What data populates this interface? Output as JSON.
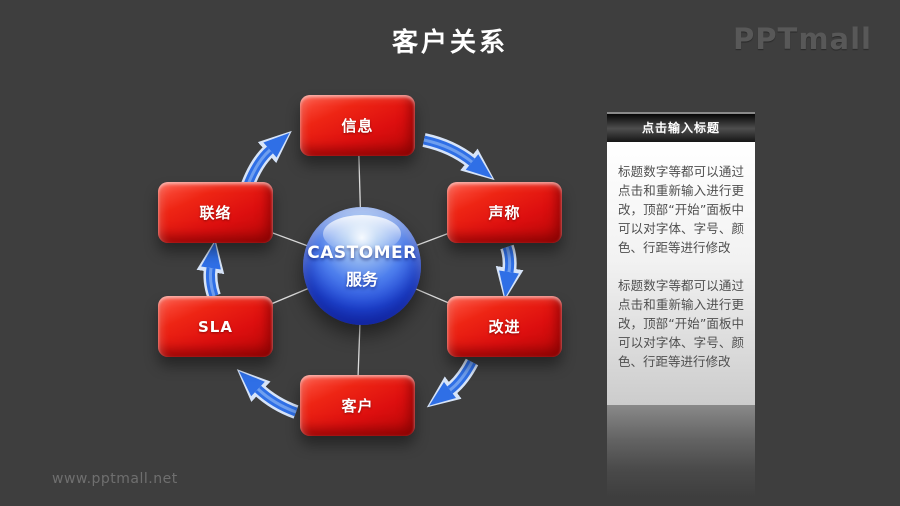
{
  "page": {
    "bg": "#3e3e3e",
    "title": "客户关系",
    "logo": "PPTmall",
    "watermark": "www.pptmall.net"
  },
  "diagram": {
    "center": {
      "line1": "CASTOMER",
      "line2": "服务"
    },
    "nodes": [
      {
        "id": "info",
        "label": "信息"
      },
      {
        "id": "claim",
        "label": "声称"
      },
      {
        "id": "improve",
        "label": "改进"
      },
      {
        "id": "customer",
        "label": "客户"
      },
      {
        "id": "sla",
        "label": "SLA"
      },
      {
        "id": "contact",
        "label": "联络"
      }
    ],
    "flow": "clockwise",
    "colors": {
      "node_red": "#dd0f0f",
      "arrow_blue": "#2f6fe6",
      "sphere_blue": "#2149da"
    }
  },
  "panel": {
    "header": "点击输入标题",
    "paragraphs": [
      "标题数字等都可以通过点击和重新输入进行更改，顶部“开始”面板中可以对字体、字号、颜色、行距等进行修改",
      "标题数字等都可以通过点击和重新输入进行更改，顶部“开始”面板中可以对字体、字号、颜色、行距等进行修改"
    ]
  }
}
